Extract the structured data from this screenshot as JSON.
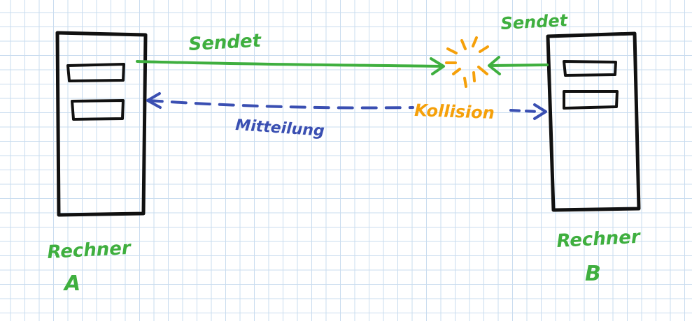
{
  "computer_a": {
    "label_line1": "Rechner",
    "label_line2": "A"
  },
  "computer_b": {
    "label_line1": "Rechner",
    "label_line2": "B"
  },
  "signals": {
    "send_a": "Sendet",
    "send_b": "Sendet",
    "collision": "Kollision",
    "message": "Mitteilung"
  },
  "colors": {
    "ink": "#111111",
    "send": "#3faf3f",
    "collision": "#f5a00a",
    "message": "#3a4fb2",
    "grid": "#c9dcef"
  }
}
